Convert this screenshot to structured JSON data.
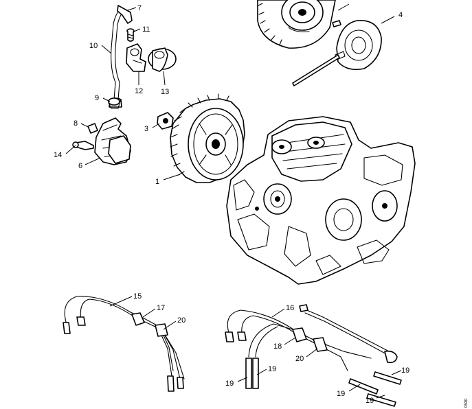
{
  "callouts": {
    "c1": "1",
    "c3": "3",
    "c4": "4",
    "c6": "6",
    "c7": "7",
    "c8": "8",
    "c9": "9",
    "c10": "10",
    "c11": "11",
    "c12": "12",
    "c13": "13",
    "c14": "14",
    "c15": "15",
    "c16": "16",
    "c17": "17",
    "c18": "18",
    "c19a": "19",
    "c19b": "19",
    "c19c": "19",
    "c19d": "19",
    "c19e": "19",
    "c20a": "20",
    "c20b": "20"
  },
  "drawing_code": "0530",
  "colors": {
    "line": "#000000",
    "background": "#ffffff"
  }
}
